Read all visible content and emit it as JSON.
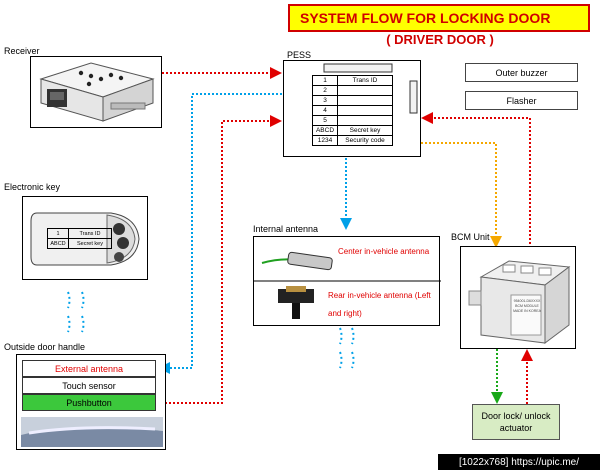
{
  "title": "SYSTEM FLOW FOR LOCKING DOOR",
  "subtitle": "( DRIVER DOOR )",
  "receiver": {
    "label": "Receiver"
  },
  "pess": {
    "label": "PESS",
    "rows": [
      {
        "num": "1",
        "val": "Trans ID"
      },
      {
        "num": "2",
        "val": ""
      },
      {
        "num": "3",
        "val": ""
      },
      {
        "num": "4",
        "val": ""
      },
      {
        "num": "5",
        "val": ""
      },
      {
        "num": "ABCD",
        "val": "Secret key"
      },
      {
        "num": "1234",
        "val": "Security code"
      }
    ]
  },
  "outer_buzzer": "Outer buzzer",
  "flasher": "Flasher",
  "electronic_key": {
    "label": "Electronic key",
    "rows": [
      {
        "num": "1",
        "val": "Trans ID"
      },
      {
        "num": "ABCD",
        "val": "Secret key"
      }
    ]
  },
  "internal_antenna": {
    "label": "Internal antenna",
    "center": "Center in-vehicle antenna",
    "rear": "Rear in-vehicle antenna (Left and right)"
  },
  "bcm": {
    "label": "BCM Unit",
    "sticker_lines": [
      "954001-D6XXXX",
      "BCM MODULE",
      "MADE IN KOREA"
    ]
  },
  "outside_handle": {
    "label": "Outside door handle",
    "external_antenna": "External antenna",
    "touch_sensor": "Touch    sensor",
    "pushbutton": "Pushbutton"
  },
  "actuator": "Door lock/ unlock actuator",
  "watermark": "[1022x768] https://upic.me/",
  "colors": {
    "red_flow": "#e00000",
    "blue_flow": "#00a0e8",
    "orange_flow": "#f5a800",
    "green_flow": "#18a818",
    "title_bg": "#ffff00",
    "pushbutton_bg": "#3cc83c",
    "actuator_bg": "#d8ecc4",
    "external_antenna_text": "#e00000"
  }
}
